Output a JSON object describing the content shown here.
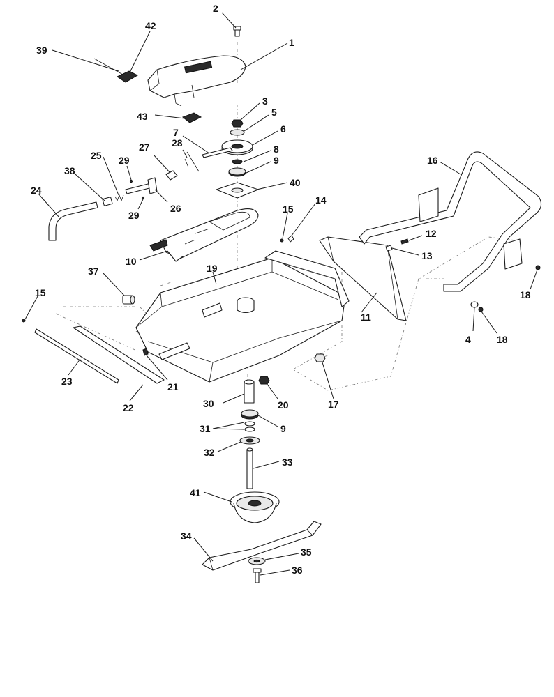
{
  "diagram": {
    "callouts": {
      "c1": "1",
      "c2": "2",
      "c3": "3",
      "c4": "4",
      "c5": "5",
      "c6": "6",
      "c7": "7",
      "c8": "8",
      "c9a": "9",
      "c9b": "9",
      "c10": "10",
      "c11": "11",
      "c12": "12",
      "c13": "13",
      "c14": "14",
      "c15a": "15",
      "c15b": "15",
      "c16": "16",
      "c17": "17",
      "c18a": "18",
      "c18b": "18",
      "c19": "19",
      "c20": "20",
      "c21": "21",
      "c22": "22",
      "c23": "23",
      "c24": "24",
      "c25": "25",
      "c26": "26",
      "c27": "27",
      "c28": "28",
      "c29a": "29",
      "c29b": "29",
      "c30": "30",
      "c31": "31",
      "c32": "32",
      "c33": "33",
      "c34": "34",
      "c35": "35",
      "c36": "36",
      "c37": "37",
      "c38": "38",
      "c39": "39",
      "c40": "40",
      "c41": "41",
      "c42": "42",
      "c43": "43"
    }
  }
}
